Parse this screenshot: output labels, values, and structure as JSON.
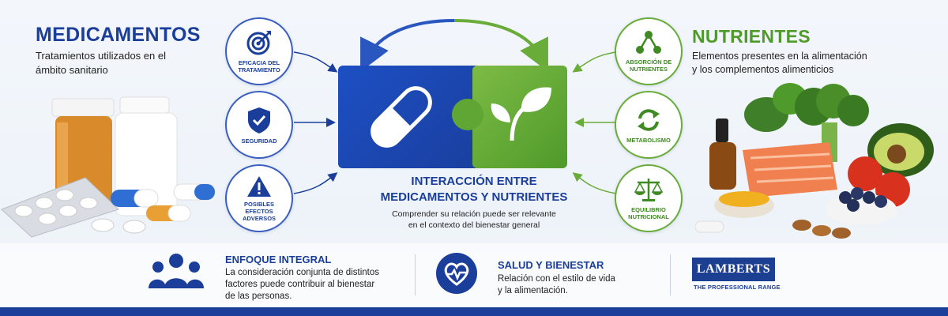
{
  "left": {
    "title": "MEDICAMENTOS",
    "subtitle": "Tratamientos utilizados en el ámbito sanitario"
  },
  "right": {
    "title": "NUTRIENTES",
    "subtitle": "Elementos presentes en la alimentación y los complementos alimenticios"
  },
  "left_circles": [
    {
      "label": "EFICACIA DEL TRATAMIENTO",
      "icon": "target-icon"
    },
    {
      "label": "SEGURIDAD",
      "icon": "shield-check-icon"
    },
    {
      "label": "POSIBLES EFECTOS ADVERSOS",
      "icon": "warning-icon"
    }
  ],
  "right_circles": [
    {
      "label": "ABSORCIÓN DE NUTRIENTES",
      "icon": "molecule-icon"
    },
    {
      "label": "METABOLISMO",
      "icon": "cycle-arrows-icon"
    },
    {
      "label": "EQUILIBRIO NUTRICIONAL",
      "icon": "balance-scale-icon"
    }
  ],
  "center": {
    "title_line1": "INTERACCIÓN ENTRE",
    "title_line2": "MEDICAMENTOS Y NUTRIENTES",
    "subtitle_line1": "Comprender su relación puede ser relevante",
    "subtitle_line2": "en el contexto del bienestar general"
  },
  "bottom": {
    "item1_title": "ENFOQUE INTEGRAL",
    "item1_text_1": "La consideración conjunta de distintos",
    "item1_text_2": "factores puede contribuir al bienestar",
    "item1_text_3": "de las personas.",
    "item2_title": "SALUD Y BIENESTAR",
    "item2_text_1": "Relación con el estilo de vida",
    "item2_text_2": "y la alimentación."
  },
  "brand": {
    "name": "LAMBERTS",
    "tagline": "THE PROFESSIONAL RANGE"
  },
  "colors": {
    "blue": "#1a3e9a",
    "green": "#4e9a2a"
  }
}
